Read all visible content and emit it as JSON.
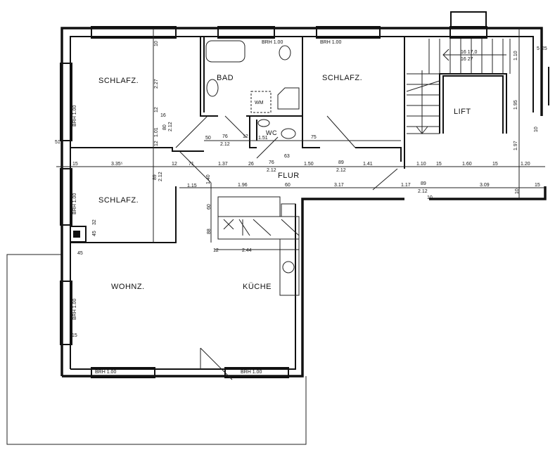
{
  "rooms": {
    "schlafz_1": "SCHLAFZ.",
    "bad": "BAD",
    "schlafz_2": "SCHLAFZ.",
    "lift": "LIFT",
    "flur": "FLUR",
    "schlafz_3": "SCHLAFZ.",
    "wohnz": "WOHNZ.",
    "kueche": "KÜCHE",
    "wm": "WM",
    "wc": "WC"
  },
  "windows": {
    "brh_left_1": "BRH 1.00",
    "brh_left_2": "BRH 1.00",
    "brh_left_3": "BRH 1.00",
    "brh_bad": "BRH 1.00",
    "brh_schlafz2": "BRH 1.00",
    "brh_bottom_1": "BRH 1.00",
    "brh_bottom_2": "BRH 1.00"
  },
  "stairs": {
    "line1": "16 17,0",
    "line2": "16 27"
  },
  "dims": {
    "row1": [
      "15",
      "3.35⁵",
      "12",
      "71",
      "1.37",
      "26",
      "76",
      "2.12",
      "1.50",
      "89",
      "2.12",
      "1.41",
      "1.10",
      "15",
      "1.60",
      "15",
      "1.20"
    ],
    "row0": [
      "50",
      "76",
      "2.12",
      "12",
      "1.51",
      "75",
      "63",
      "51"
    ],
    "row2": [
      "1.15",
      "1.96",
      "60",
      "3.17",
      "1.17",
      "89",
      "2.12",
      "3.09",
      "15"
    ],
    "vert_left": [
      "10",
      "2.27",
      "12",
      "1.01",
      "12",
      "16",
      "80",
      "2.12",
      "89",
      "2.12",
      "1.40"
    ],
    "vert_kitchen": [
      "60",
      "88",
      "12",
      "2.44",
      "32",
      "45",
      "45",
      "15"
    ],
    "vert_right": [
      "1.10",
      "1.95",
      "1.97",
      "10",
      "5",
      "25",
      "10",
      "10"
    ]
  }
}
